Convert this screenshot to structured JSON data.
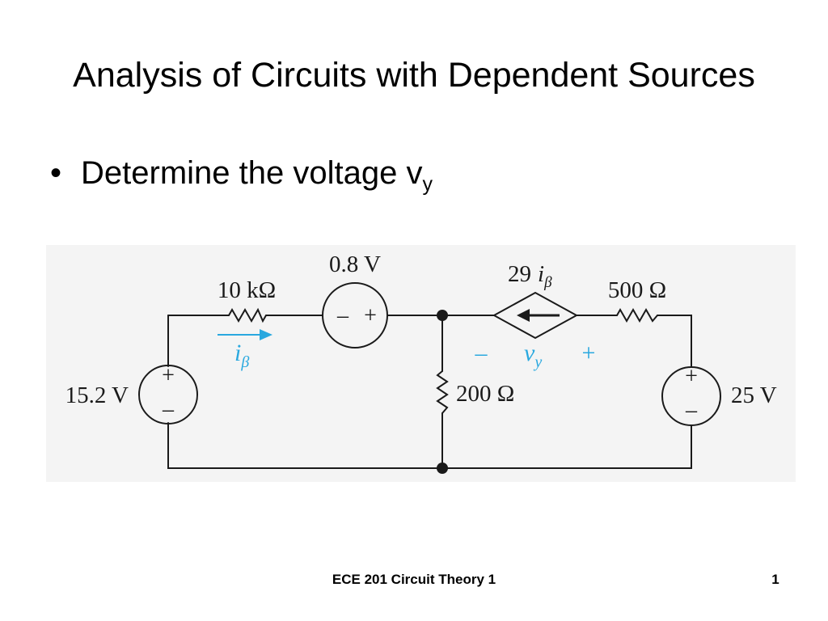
{
  "slide": {
    "title": "Analysis of Circuits with Dependent Sources",
    "bullet": {
      "text": "Determine the voltage v",
      "subscript": "y"
    }
  },
  "circuit": {
    "background": "#f4f4f4",
    "label_accent": "#29a8df",
    "left_source": {
      "label": "15.2 V",
      "plus": "+",
      "minus": "–"
    },
    "series_resistor": {
      "label": "10 kΩ"
    },
    "series_source": {
      "label": "0.8 V",
      "minus": "–",
      "plus": "+"
    },
    "current": {
      "symbol": "i",
      "subscript": "β"
    },
    "shunt_resistor": {
      "label": "200 Ω"
    },
    "dependent_source": {
      "coefficient": "29",
      "symbol": "i",
      "subscript": "β"
    },
    "voltage": {
      "minus": "–",
      "symbol": "v",
      "subscript": "y",
      "plus": "+"
    },
    "right_resistor": {
      "label": "500 Ω"
    },
    "right_source": {
      "label": "25 V",
      "plus": "+",
      "minus": "–"
    }
  },
  "footer": {
    "text": "ECE 201 Circuit Theory 1",
    "page": "1"
  }
}
